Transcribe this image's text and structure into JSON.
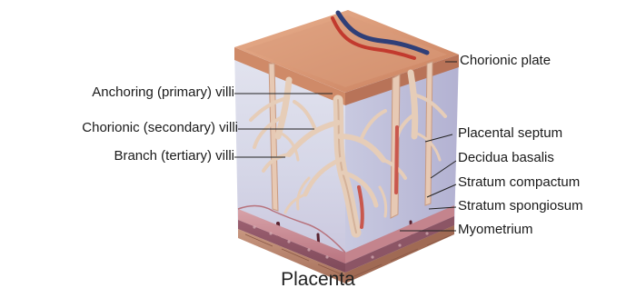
{
  "labels": {
    "chorionic_plate": "Chorionic plate",
    "anchoring_villi": "Anchoring (primary) villi",
    "chorionic_villi": "Chorionic (secondary) villi",
    "branch_villi": "Branch (tertiary) villi",
    "placental_septum": "Placental septum",
    "decidua_basalis": "Decidua basalis",
    "stratum_compactum": "Stratum compactum",
    "stratum_spongiosum": "Stratum spongiosum",
    "myometrium": "Myometrium"
  },
  "caption": "Placenta"
}
